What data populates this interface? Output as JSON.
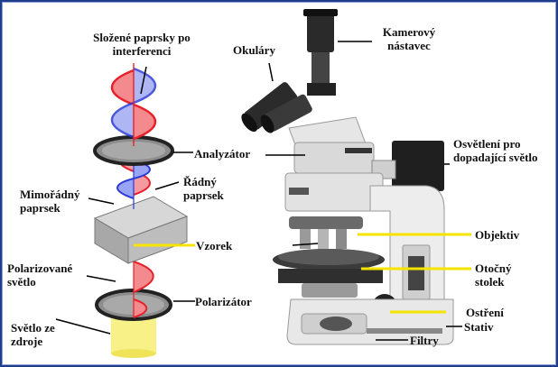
{
  "labels": {
    "combined_beams": "Složené paprsky po interferenci",
    "eyepieces": "Okuláry",
    "camera_adapter": "Kamerový nástavec",
    "analyzer": "Analyzátor",
    "ordinary_ray": "Řádný paprsek",
    "extraordinary_ray": "Mimořádný paprsek",
    "specimen": "Vzorek",
    "polarized_light": "Polarizované světlo",
    "polarizer": "Polarizátor",
    "light_source": "Světlo ze zdroje",
    "reflected_light": "Osvětlení pro dopadající světlo",
    "objective": "Objektiv",
    "rotating_stage": "Otočný stolek",
    "focus": "Ostření",
    "stand": "Stativ",
    "filters": "Filtry"
  },
  "colors": {
    "frame_border": "#1f3d8a",
    "leader_line": "#f5e400",
    "wave_red": "#e8202a",
    "wave_blue": "#2a3bd8",
    "filter_ring": "#222222",
    "light_beam": "#f7ee72"
  }
}
